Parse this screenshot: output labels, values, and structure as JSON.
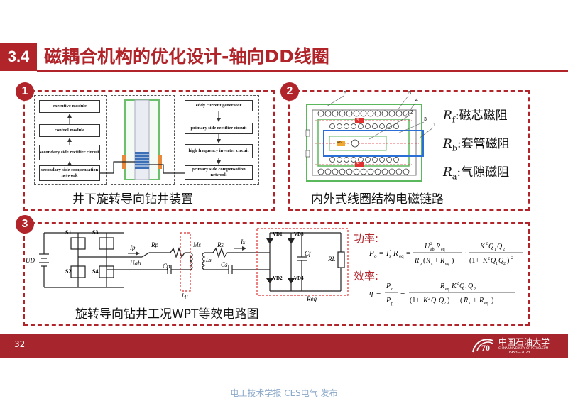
{
  "header": {
    "section_number": "3.4",
    "title": "磁耦合机构的优化设计-轴向DD线圈"
  },
  "panel1": {
    "number": "1",
    "caption": "井下旋转导向钻井装置",
    "blocks_left": [
      "executive module",
      "control module",
      "secondary side rectifier circuit",
      "secondary side compensation network"
    ],
    "blocks_right": [
      "eddy current generator",
      "primary side rectifier circuit",
      "high frequency inverter circuit",
      "primary side compensation network"
    ]
  },
  "panel2": {
    "number": "2",
    "caption": "内外式线圈结构电磁链路",
    "legend": [
      {
        "sym": "R",
        "sub": "f",
        "text": ":磁芯磁阻"
      },
      {
        "sym": "R",
        "sub": "b",
        "text": ":套管磁阻"
      },
      {
        "sym": "R",
        "sub": "a",
        "text": ":气隙磁阻"
      }
    ],
    "part_numbers": [
      "6",
      "5",
      "4",
      "2",
      "3",
      "1"
    ],
    "inner_labels": [
      "Rf",
      "Rb",
      "Ra"
    ]
  },
  "panel3": {
    "number": "3",
    "caption": "旋转导向钻井工况WPT等效电路图",
    "circuit_labels": {
      "ud": "UD",
      "s1": "S1",
      "s2": "S2",
      "s3": "S3",
      "s4": "S4",
      "ip": "Ip",
      "uab": "Uab",
      "rp": "Rp",
      "cp": "Cp",
      "lp": "Lp",
      "m": "Ms",
      "ls": "Ls",
      "rs": "Rs",
      "is": "Is",
      "cs": "Cs",
      "vd1": "VD1",
      "vd2": "VD2",
      "vd3": "VD3",
      "vd4": "VD4",
      "cf": "Cf",
      "rl": "RL",
      "req": "Req"
    },
    "power_label": "功率:",
    "efficiency_label": "效率:"
  },
  "footer": {
    "page": "32",
    "university": "中国石油大学",
    "university_en": "CHINA UNIVERSITY OF PETROLEUM",
    "years": "1953—2023"
  },
  "bottom_text": "电工技术学报 CES电气 发布",
  "colors": {
    "accent": "#b1242a",
    "coil_green": "#5cb85c",
    "coil_blue": "#2a6fd6",
    "highlight_red": "#e03030"
  }
}
